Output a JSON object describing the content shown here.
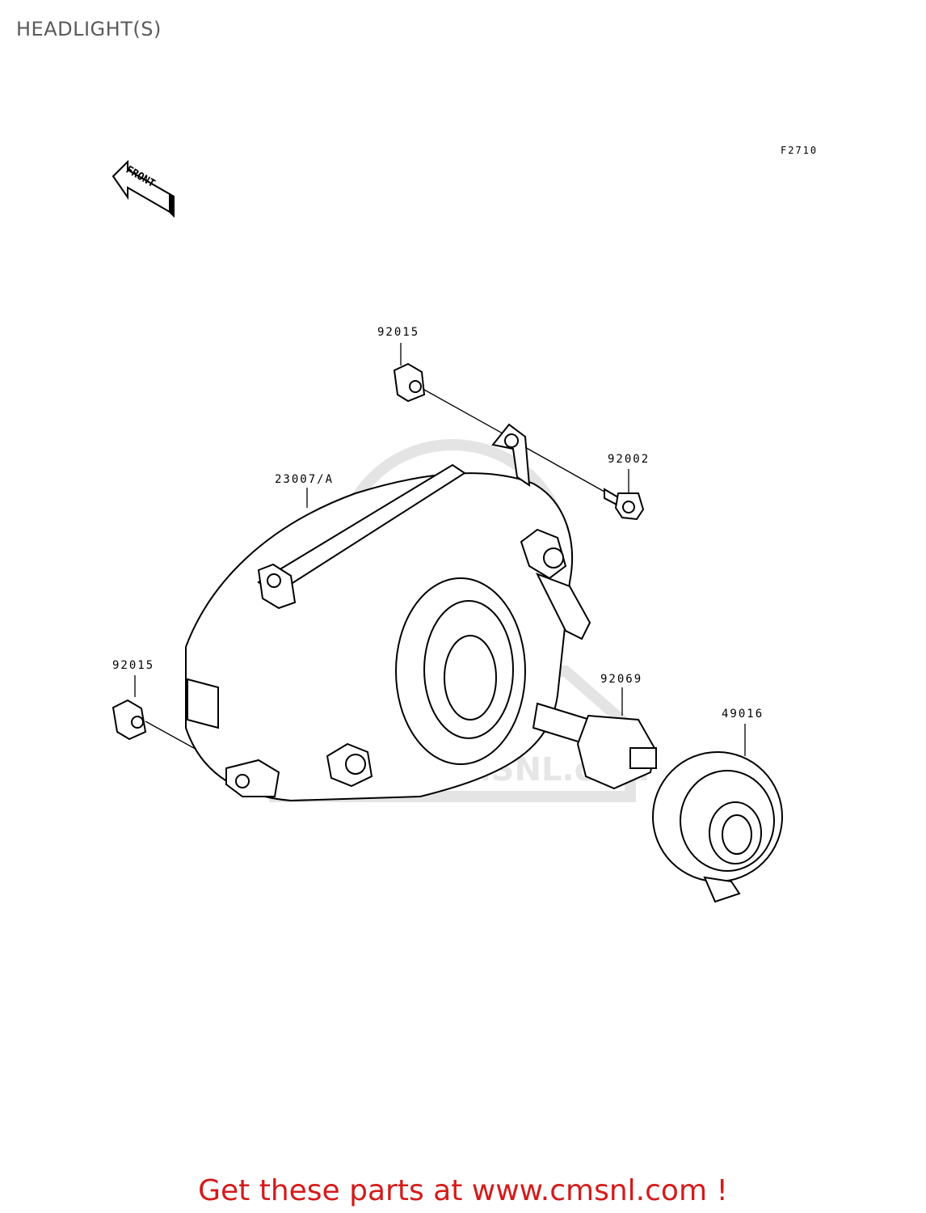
{
  "title": "HEADLIGHT(S)",
  "figure_code": "F2710",
  "front_arrow": "FRONT",
  "watermark": "www.CMSNL.com",
  "parts": [
    {
      "number": "92015"
    },
    {
      "number": "92002"
    },
    {
      "number": "23007/A"
    },
    {
      "number": "92015"
    },
    {
      "number": "92069"
    },
    {
      "number": "49016"
    }
  ],
  "footer": "Get these parts at www.cmsnl.com !",
  "colors": {
    "footer_text": "#d41b1b",
    "title_text": "#5a5a5a",
    "line": "#000000",
    "watermark": "#e6e6e6"
  }
}
